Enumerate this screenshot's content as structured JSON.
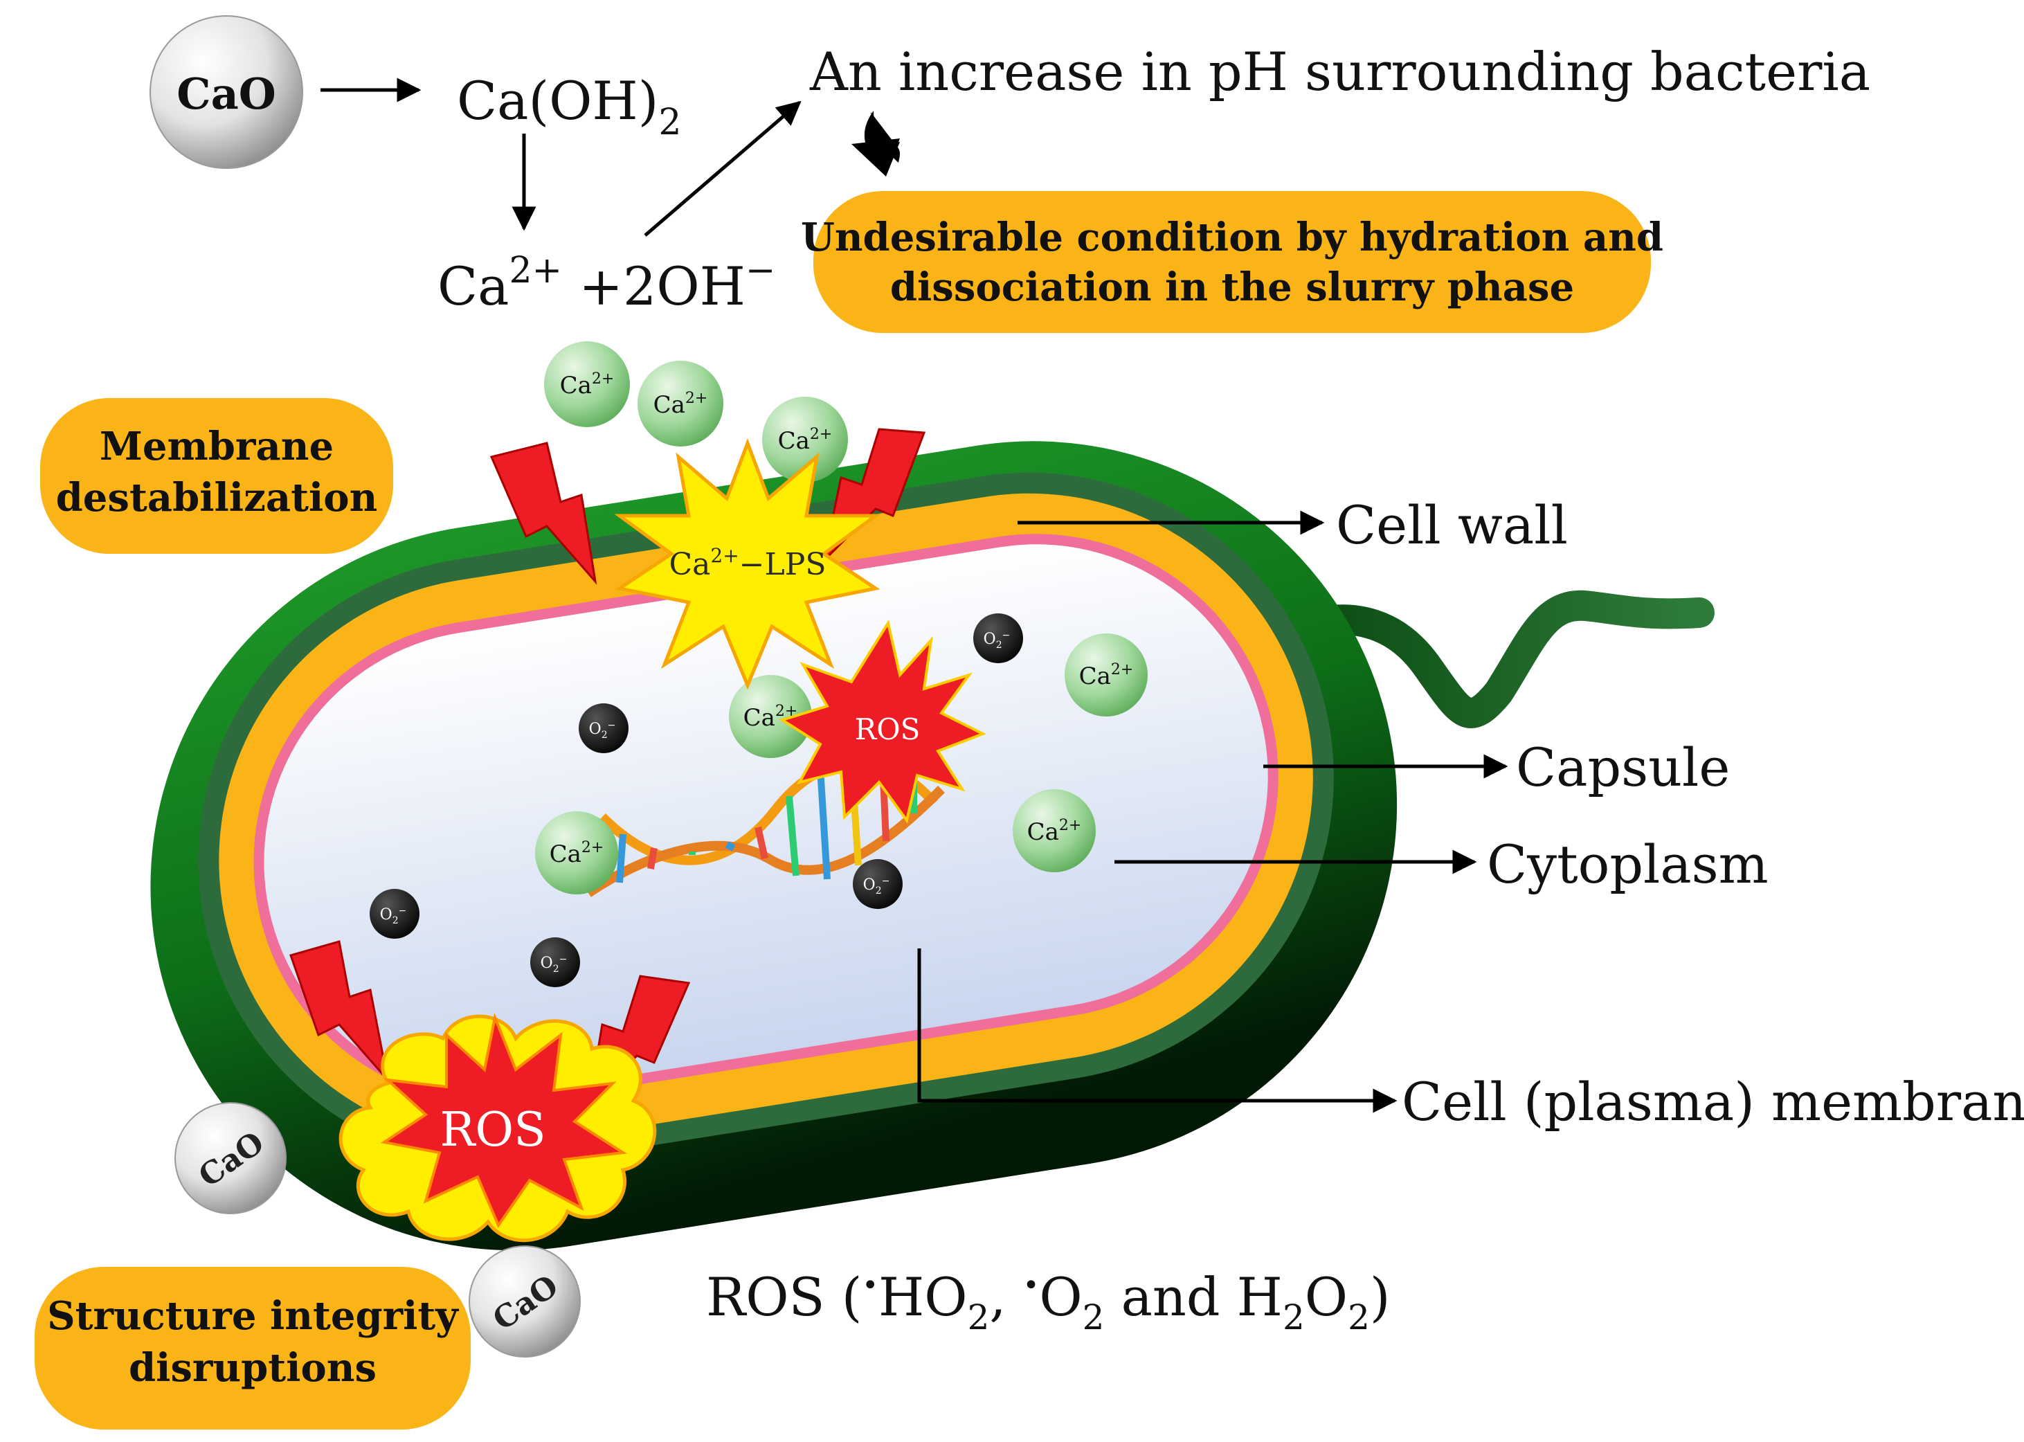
{
  "reaction": {
    "cao": "CaO",
    "caoh2_base": "Ca(OH)",
    "caoh2_sub": "2",
    "ions_ca": "Ca",
    "ions_ca_sup": "2+",
    "ions_oh": " +2OH",
    "ions_oh_sup": "−",
    "ph_increase": "An increase in pH surrounding bacteria"
  },
  "boxes": {
    "undesirable_line1": "Undesirable condition by hydration and",
    "undesirable_line2": "dissociation in the slurry phase",
    "membrane_line1": "Membrane",
    "membrane_line2": "destabilization",
    "structure_line1": "Structure integrity",
    "structure_line2": "disruptions"
  },
  "cell_labels": {
    "cell_wall": "Cell wall",
    "capsule": "Capsule",
    "cytoplasm": "Cytoplasm",
    "membrane": "Cell (plasma) membrane"
  },
  "particles": {
    "ca_ion": "Ca",
    "ca_ion_sup": "2+",
    "superoxide": "O",
    "superoxide_sub": "2",
    "superoxide_sup": "−",
    "cao": "CaO"
  },
  "bursts": {
    "ca_lps_ca": "Ca",
    "ca_lps_sup": "2+",
    "ca_lps_rest": "−LPS",
    "ros": "ROS"
  },
  "ros_caption": {
    "prefix": "ROS (",
    "dot": "•",
    "ho": "HO",
    "sub2": "2",
    "comma": ", ",
    "o": "O",
    "and": " and H",
    "close": ")"
  },
  "colors": {
    "outer_wall": "#0f7a1c",
    "capsule_band": "#fbb417",
    "membrane_pink": "#ef6e9a",
    "box_fill": "#fbb417",
    "ca_ion": "#8fd08f",
    "burst_yellow": "#ffee00",
    "ros_red": "#ee1c24"
  }
}
